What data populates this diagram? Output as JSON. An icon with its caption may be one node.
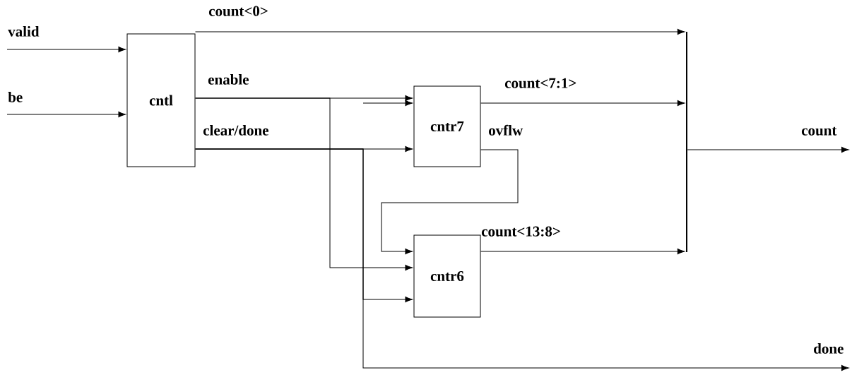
{
  "diagram": {
    "nodes": [
      {
        "text": [
          "cntl"
        ]
      },
      {
        "text": [
          "cntr7"
        ]
      },
      {
        "text": [
          "cntr6"
        ]
      },
      {
        "text": [],
        "shape": "bar"
      }
    ],
    "edges": [
      {
        "from": null,
        "to": 0,
        "arrow": "to",
        "label": "valid"
      },
      {
        "from": null,
        "to": 0,
        "arrow": "to",
        "label": "be"
      },
      {
        "from": 0,
        "to": 3,
        "arrow": "to",
        "label": "count<0>"
      },
      {
        "from": 0,
        "to": 1,
        "arrow": "to",
        "label": "enable"
      },
      {
        "from": 0,
        "to": 2,
        "arrow": "to"
      },
      {
        "from": 0,
        "to": 1,
        "arrow": "to",
        "label": "clear/done"
      },
      {
        "from": 0,
        "to": 2,
        "arrow": "to"
      },
      {
        "from": 0,
        "to": null,
        "arrow": "to",
        "label": "done"
      },
      {
        "from": null,
        "to": 1,
        "arrow": "to"
      },
      {
        "from": 1,
        "to": 2,
        "arrow": "to",
        "label": "ovflw"
      },
      {
        "from": 1,
        "to": 3,
        "arrow": "to",
        "label": "count<7:1>"
      },
      {
        "from": 2,
        "to": 3,
        "arrow": "to",
        "label": "count<13:8>"
      },
      {
        "from": 3,
        "to": null,
        "arrow": "to",
        "label": "count"
      }
    ]
  }
}
